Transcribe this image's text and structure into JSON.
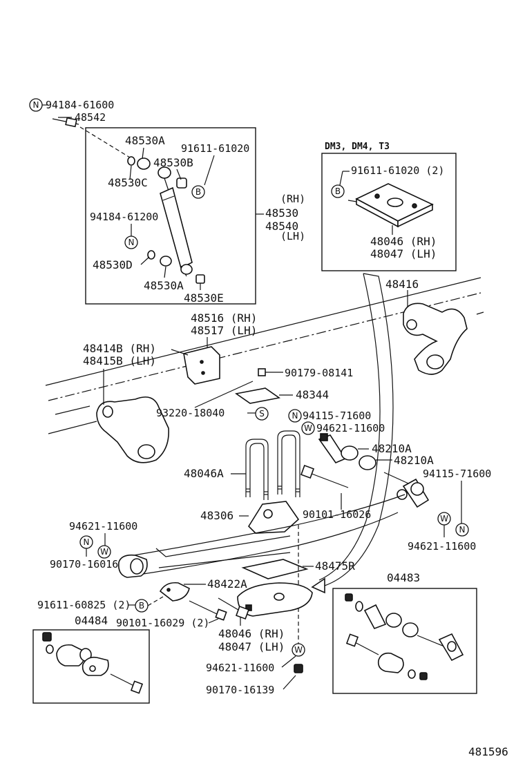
{
  "diagram_id": "481596",
  "variant_header": "DM3, DM4, T3",
  "inset_kits": {
    "right": "04483",
    "left": "04484"
  },
  "symbols": {
    "N": "N",
    "W": "W",
    "B": "B",
    "S": "S"
  },
  "labels": {
    "p94184_61600": "94184-61600",
    "p48542": "48542",
    "p48530A_top": "48530A",
    "p91611_61020": "91611-61020",
    "p48530B": "48530B",
    "p48530C": "48530C",
    "rh1": "(RH)",
    "p48530": "48530",
    "p48540": "48540",
    "lh1": "(LH)",
    "p94184_61200": "94184-61200",
    "p48530D": "48530D",
    "p48530A_bot": "48530A",
    "p48530E": "48530E",
    "p91611_61020_2": "91611-61020 (2)",
    "p48046_rh_top": "48046 (RH)",
    "p48047_lh_top": "48047 (LH)",
    "p48416": "48416",
    "p48516": "48516 (RH)",
    "p48517": "48517 (LH)",
    "p48414B": "48414B (RH)",
    "p48415B": "48415B (LH)",
    "p90179_08141": "90179-08141",
    "p48344": "48344",
    "p93220_18040": "93220-18040",
    "p94115_71600_a": "94115-71600",
    "p94621_11600_a": "94621-11600",
    "p48210A_a": "48210A",
    "p48210A_b": "48210A",
    "p48046A": "48046A",
    "p94115_71600_b": "94115-71600",
    "p48306": "48306",
    "p90101_16026": "90101-16026",
    "p94621_11600_b": "94621-11600",
    "p94621_11600_c": "94621-11600",
    "p90170_16016": "90170-16016",
    "p48475R": "48475R",
    "p48422A": "48422A",
    "p91611_60825": "91611-60825 (2)",
    "p90101_16029": "90101-16029 (2)",
    "p48046_rh_bot": "48046 (RH)",
    "p48047_lh_bot": "48047 (LH)",
    "p94621_11600_d": "94621-11600",
    "p90170_16139": "90170-16139"
  }
}
